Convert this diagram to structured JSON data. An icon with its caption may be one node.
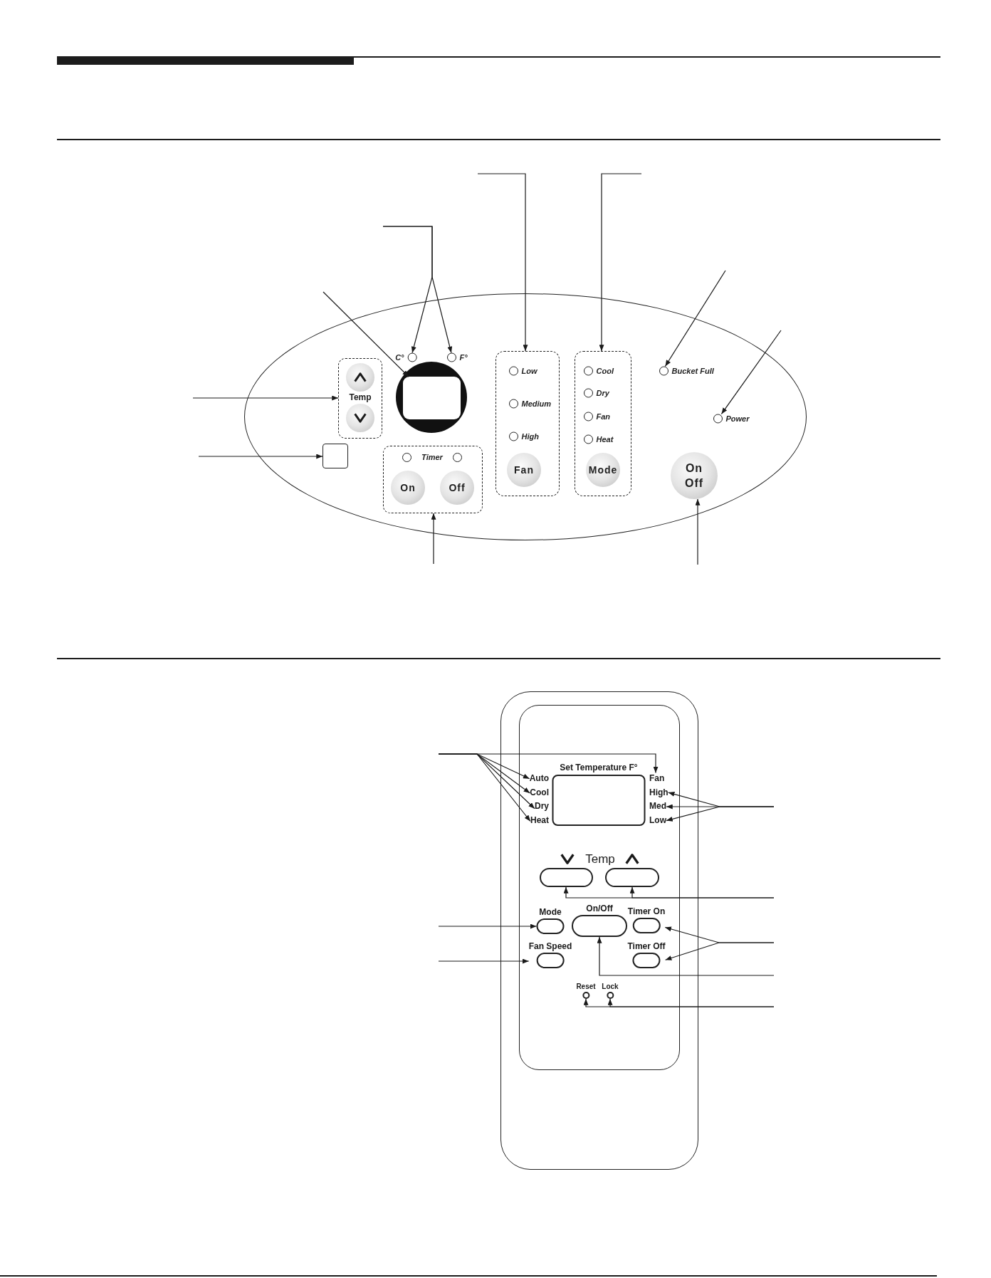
{
  "diagram": {
    "nodes": [
      {
        "text": [],
        "shape": "ellipse"
      },
      {
        "text": [],
        "shape": "circle",
        "beside": [
          "C°"
        ],
        "in": 0
      },
      {
        "text": [],
        "shape": "circle",
        "beside": [
          "F°"
        ],
        "in": 0
      },
      {
        "text": [
          "Temp"
        ],
        "in": 0
      },
      {
        "text": [],
        "shape": "circle",
        "in": 3
      },
      {
        "text": [],
        "shape": "circle",
        "in": 3
      },
      {
        "text": [],
        "shape": "circle",
        "in": 0
      },
      {
        "text": [],
        "shape": "box",
        "in": 6
      },
      {
        "text": [],
        "shape": "box",
        "in": 0
      },
      {
        "text": [
          "Timer"
        ],
        "in": 0
      },
      {
        "text": [],
        "shape": "circle",
        "in": 9
      },
      {
        "text": [],
        "shape": "circle",
        "in": 9
      },
      {
        "text": [
          "On"
        ],
        "in": 9
      },
      {
        "text": [
          "Off"
        ],
        "in": 9
      },
      {
        "text": [],
        "shape": "box",
        "in": 0
      },
      {
        "text": [],
        "shape": "circle",
        "beside": [
          "Low"
        ],
        "in": 14
      },
      {
        "text": [],
        "shape": "circle",
        "beside": [
          "Medium"
        ],
        "in": 14
      },
      {
        "text": [],
        "shape": "circle",
        "beside": [
          "High"
        ],
        "in": 14
      },
      {
        "text": [
          "Fan"
        ],
        "in": 14
      },
      {
        "text": [],
        "shape": "box",
        "in": 0
      },
      {
        "text": [],
        "shape": "circle",
        "beside": [
          "Cool"
        ],
        "in": 19
      },
      {
        "text": [],
        "shape": "circle",
        "beside": [
          "Dry"
        ],
        "in": 19
      },
      {
        "text": [],
        "shape": "circle",
        "beside": [
          "Fan"
        ],
        "in": 19
      },
      {
        "text": [],
        "shape": "circle",
        "beside": [
          "Heat"
        ],
        "in": 19
      },
      {
        "text": [
          "Mode"
        ],
        "in": 19
      },
      {
        "text": [],
        "shape": "circle",
        "beside": [
          "Bucket Full"
        ],
        "in": 0
      },
      {
        "text": [],
        "shape": "circle",
        "beside": [
          "Power"
        ],
        "in": 0
      },
      {
        "text": [
          "On Off"
        ],
        "in": 0
      },
      {
        "text": [],
        "shape": "box"
      },
      {
        "text": [],
        "shape": "box",
        "in": 28
      },
      {
        "text": [
          "Set Temperature F°"
        ],
        "in": 29
      },
      {
        "text": [
          "Auto"
        ],
        "in": 29
      },
      {
        "text": [
          "Fan"
        ],
        "in": 29
      },
      {
        "text": [
          "Cool"
        ],
        "in": 29
      },
      {
        "text": [
          "High"
        ],
        "in": 29
      },
      {
        "text": [
          "Dry"
        ],
        "in": 29
      },
      {
        "text": [
          "Med"
        ],
        "in": 29
      },
      {
        "text": [
          "Heat"
        ],
        "in": 29
      },
      {
        "text": [
          "Low"
        ],
        "in": 29
      },
      {
        "text": [],
        "shape": "oval",
        "in": 29
      },
      {
        "text": [],
        "shape": "oval",
        "in": 29
      },
      {
        "text": [
          "Mode"
        ],
        "in": 29
      },
      {
        "text": [
          "On/Off"
        ],
        "in": 29
      },
      {
        "text": [
          "Timer On"
        ],
        "in": 29
      },
      {
        "text": [
          "Fan Speed"
        ],
        "in": 29
      },
      {
        "text": [
          "Timer Off"
        ],
        "in": 29
      },
      {
        "text": [
          "Reset"
        ],
        "in": 29
      },
      {
        "text": [
          "Lock"
        ],
        "in": 29
      }
    ],
    "edges": [
      {
        "from": null,
        "to": 14,
        "arrow": "to"
      },
      {
        "from": null,
        "to": 19,
        "arrow": "to"
      },
      {
        "from": null,
        "to": 1,
        "arrow": "to"
      },
      {
        "from": null,
        "to": 2,
        "arrow": "to"
      },
      {
        "from": null,
        "to": 25,
        "arrow": "to"
      },
      {
        "from": null,
        "to": 7,
        "arrow": "to"
      },
      {
        "from": null,
        "to": 26,
        "arrow": "to"
      },
      {
        "from": null,
        "to": 3,
        "arrow": "to"
      },
      {
        "from": null,
        "to": 8,
        "arrow": "to"
      },
      {
        "from": null,
        "to": 9,
        "arrow": "to"
      },
      {
        "from": null,
        "to": 27,
        "arrow": "to"
      },
      {
        "from": null,
        "to": 31,
        "arrow": "to"
      },
      {
        "from": null,
        "to": 33,
        "arrow": "to"
      },
      {
        "from": null,
        "to": 35,
        "arrow": "to"
      },
      {
        "from": null,
        "to": 37,
        "arrow": "to"
      },
      {
        "from": null,
        "to": 32,
        "arrow": "to"
      },
      {
        "from": null,
        "to": 34,
        "arrow": "to"
      },
      {
        "from": null,
        "to": 36,
        "arrow": "to"
      },
      {
        "from": null,
        "to": 38,
        "arrow": "to"
      },
      {
        "from": null,
        "to": 39,
        "arrow": "to"
      },
      {
        "from": null,
        "to": 40,
        "arrow": "to"
      },
      {
        "from": null,
        "to": 41,
        "arrow": "to"
      },
      {
        "from": null,
        "to": 43,
        "arrow": "to"
      },
      {
        "from": null,
        "to": 45,
        "arrow": "to"
      },
      {
        "from": null,
        "to": 44,
        "arrow": "to"
      },
      {
        "from": null,
        "to": 42,
        "arrow": "to"
      },
      {
        "from": null,
        "to": 46,
        "arrow": "to"
      },
      {
        "from": null,
        "to": 47,
        "arrow": "to"
      }
    ],
    "labels": [
      "Temp"
    ]
  }
}
